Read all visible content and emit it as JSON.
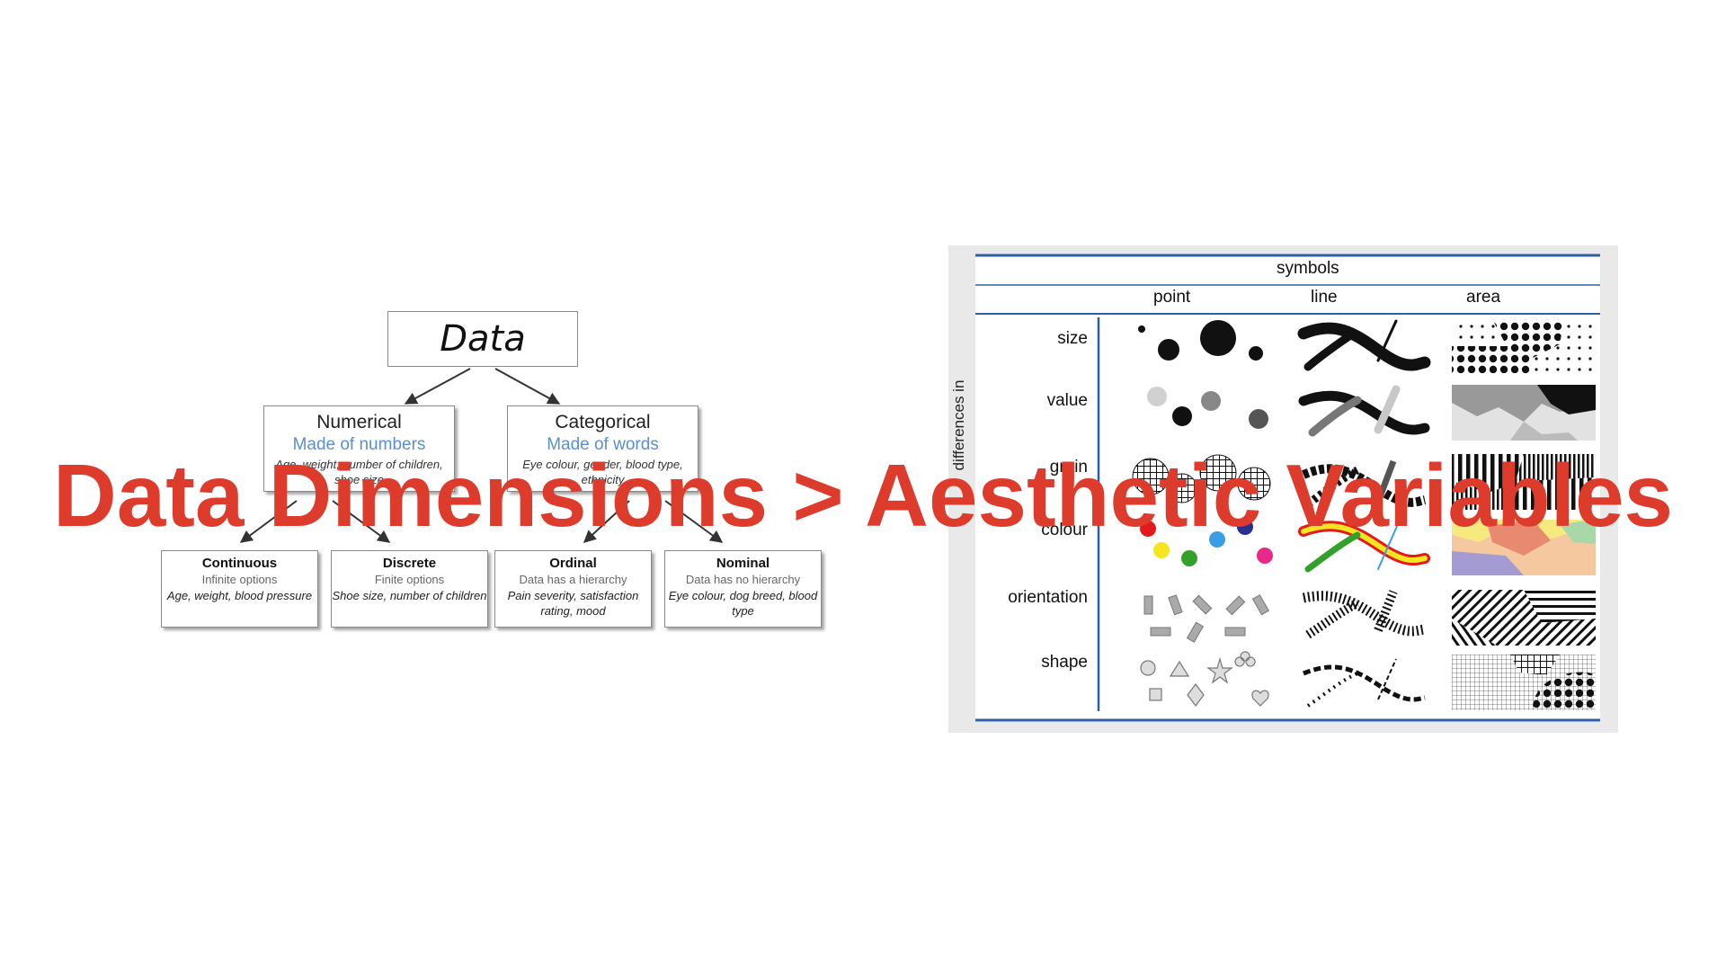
{
  "headline": "Data Dimensions > Aesthetic Variables",
  "tree": {
    "root": "Data",
    "numerical": {
      "title": "Numerical",
      "subtitle": "Made of numbers",
      "examples": "Age, weight, number of children, shoe size"
    },
    "categorical": {
      "title": "Categorical",
      "subtitle": "Made of words",
      "examples": "Eye colour, gender, blood type, ethnicity"
    },
    "leaves": [
      {
        "title": "Continuous",
        "desc": "Infinite options",
        "examples": "Age, weight, blood pressure"
      },
      {
        "title": "Discrete",
        "desc": "Finite options",
        "examples": "Shoe size, number of children"
      },
      {
        "title": "Ordinal",
        "desc": "Data has a hierarchy",
        "examples": "Pain severity, satisfaction rating, mood"
      },
      {
        "title": "Nominal",
        "desc": "Data has no hierarchy",
        "examples": "Eye colour, dog breed, blood type"
      }
    ]
  },
  "variables": {
    "header": "symbols",
    "columns": [
      "point",
      "line",
      "area"
    ],
    "side_label": "differences in",
    "rows": [
      "size",
      "value",
      "grain",
      "colour",
      "orientation",
      "shape"
    ]
  },
  "colors": {
    "headline": "#dd3c2d",
    "accent_blue": "#5b8fd0",
    "rule_blue": "#2e5ea8"
  }
}
